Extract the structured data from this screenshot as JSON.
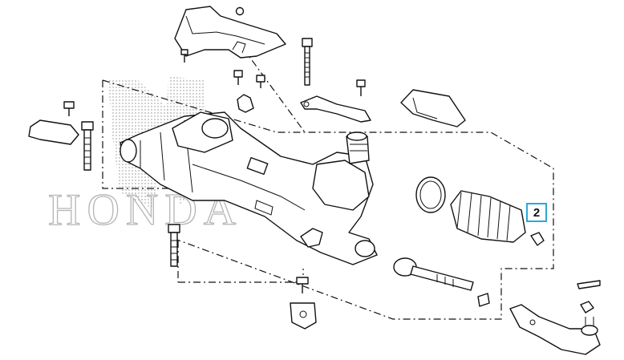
{
  "diagram": {
    "callouts": [
      {
        "id": "callout-2",
        "label": "2",
        "border_color": "#29a9d6"
      }
    ],
    "watermark": {
      "text": "HONDA"
    },
    "colors": {
      "line": "#111111",
      "background": "#ffffff",
      "watermark": "#b5b5b5"
    }
  }
}
